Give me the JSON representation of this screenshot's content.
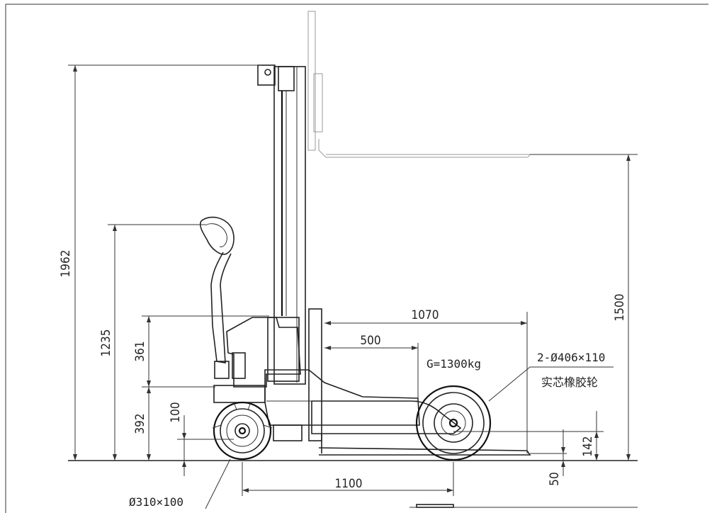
{
  "dimensions": {
    "overall_height": "1962",
    "handle_height": "1235",
    "lift_height": "1500",
    "dim_361": "361",
    "dim_392": "392",
    "dim_100": "100",
    "dim_142": "142",
    "dim_50": "50",
    "dim_1070": "1070",
    "dim_500": "500",
    "wheelbase": "1100"
  },
  "notes": {
    "load": "G=1300kg",
    "front_wheel_spec": "2-Ø406×110",
    "front_wheel_type": "实芯橡胶轮",
    "rear_wheel_spec": "Ø310×100"
  }
}
